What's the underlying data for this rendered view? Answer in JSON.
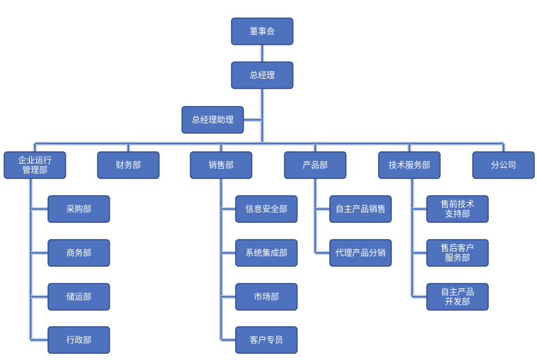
{
  "org": {
    "board": "董事会",
    "gm": "总经理",
    "gm_assistant": "总经理助理",
    "departments": [
      {
        "lines": [
          "企业运行",
          "管理部"
        ],
        "subs": [
          [
            "采购部"
          ],
          [
            "商务部"
          ],
          [
            "储运部"
          ],
          [
            "行政部"
          ]
        ]
      },
      {
        "lines": [
          "财务部"
        ],
        "subs": []
      },
      {
        "lines": [
          "销售部"
        ],
        "subs": [
          [
            "信息安全部"
          ],
          [
            "系统集成部"
          ],
          [
            "市场部"
          ],
          [
            "客户专员"
          ]
        ]
      },
      {
        "lines": [
          "产品部"
        ],
        "subs": [
          [
            "自主产品销售"
          ],
          [
            "代理产品分销"
          ]
        ]
      },
      {
        "lines": [
          "技术服务部"
        ],
        "subs": [
          [
            "售前技术",
            "支持部"
          ],
          [
            "售后客户",
            "服务部"
          ],
          [
            "自主产品",
            "开发部"
          ]
        ]
      },
      {
        "lines": [
          "分公司"
        ],
        "subs": []
      }
    ]
  },
  "colors": {
    "box_fill": "#4f72be",
    "box_border": "#2f4b87",
    "connector": "#a9bcd9",
    "text": "#ffffff"
  }
}
